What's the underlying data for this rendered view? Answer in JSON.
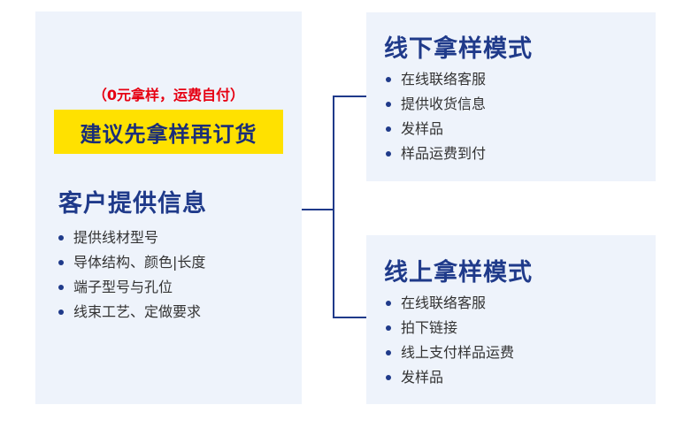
{
  "left": {
    "note": "（0元拿样，运费自付）",
    "highlight": "建议先拿样再订货",
    "title": "客户提供信息",
    "items": [
      "提供线材型号",
      "导体结构、颜色|长度",
      "端子型号与孔位",
      "线束工艺、定做要求"
    ]
  },
  "offline": {
    "title": "线下拿样模式",
    "items": [
      "在线联络客服",
      "提供收货信息",
      "发样品",
      "样品运费到付"
    ]
  },
  "online": {
    "title": "线上拿样模式",
    "items": [
      "在线联络客服",
      "拍下链接",
      "线上支付样品运费",
      "发样品"
    ]
  },
  "colors": {
    "accent": "#1f3a8a",
    "note_red": "#e60012",
    "highlight_yellow": "#ffe100",
    "panel_bg": "#eef3fb"
  }
}
